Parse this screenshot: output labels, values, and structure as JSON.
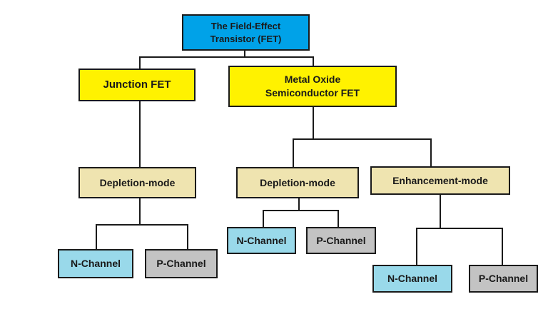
{
  "colors": {
    "root": "#00a2e8",
    "fet_type": "#fff200",
    "mode": "#efe4b0",
    "n_channel": "#99d9ea",
    "p_channel": "#c3c3c3",
    "line": "#1a1a1a"
  },
  "root": {
    "label": "The Field-Effect\nTransistor (FET)"
  },
  "jfet": {
    "label": "Junction FET",
    "depletion": {
      "label": "Depletion-mode"
    },
    "n_channel": {
      "label": "N-Channel"
    },
    "p_channel": {
      "label": "P-Channel"
    }
  },
  "mosfet": {
    "label": "Metal Oxide\nSemiconductor FET",
    "depletion": {
      "label": "Depletion-mode",
      "n_channel": {
        "label": "N-Channel"
      },
      "p_channel": {
        "label": "P-Channel"
      }
    },
    "enhancement": {
      "label": "Enhancement-mode",
      "n_channel": {
        "label": "N-Channel"
      },
      "p_channel": {
        "label": "P-Channel"
      }
    }
  }
}
